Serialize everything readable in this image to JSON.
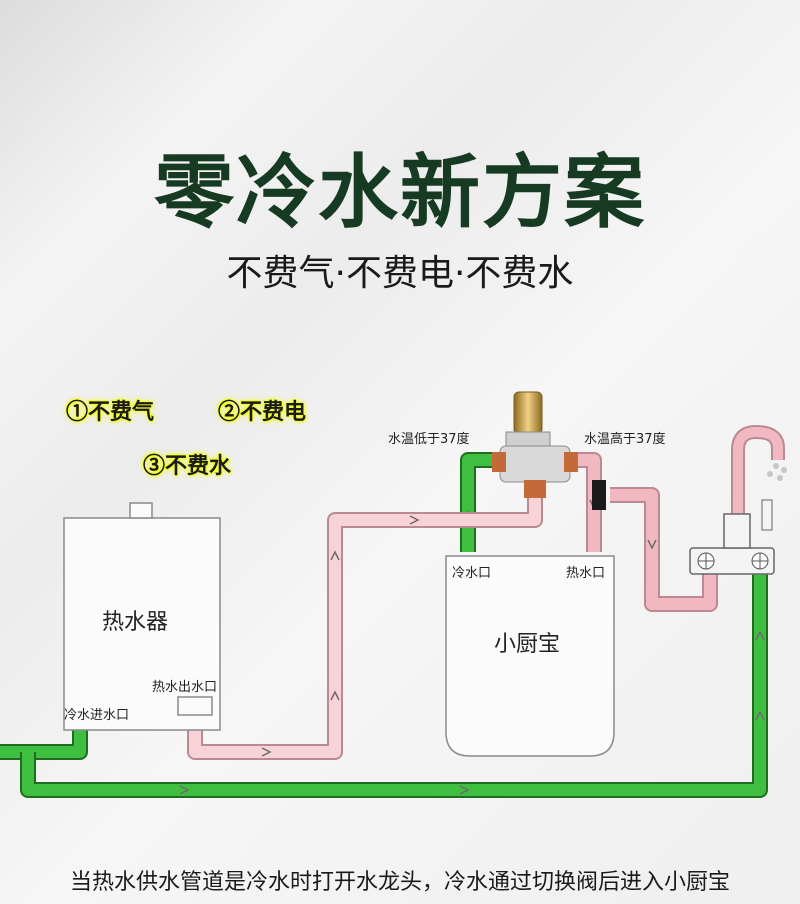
{
  "title": "零冷水新方案",
  "subtitle": "不费气·不费电·不费水",
  "badges": [
    "①不费气",
    "②不费电",
    "③不费水"
  ],
  "labels": {
    "heater": "热水器",
    "heater_cold_in": "冷水进水口",
    "heater_hot_out": "热水出水口",
    "kitchen": "小厨宝",
    "kitchen_cold": "冷水口",
    "kitchen_hot": "热水口",
    "temp_low": "水温低于37度",
    "temp_high": "水温高于37度"
  },
  "caption": "当热水供水管道是冷水时打开水龙头，冷水通过切换阀后进入小厨宝",
  "colors": {
    "cold_pipe": "#3fbf3f",
    "hot_pipe": "#f2b8c2",
    "valve": "#c9a24a",
    "title": "#163a22"
  }
}
